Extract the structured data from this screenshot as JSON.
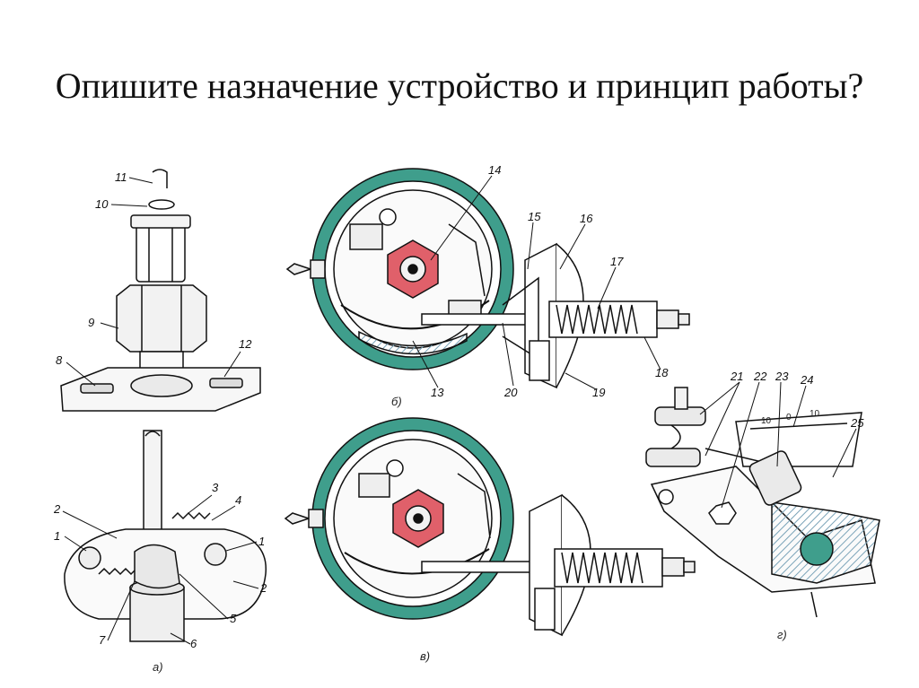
{
  "slide": {
    "title": "Опишите назначение устройство и принцип работы?"
  },
  "figures": {
    "a": {
      "caption": "а)",
      "callouts": [
        "11",
        "10",
        "9",
        "8",
        "12",
        "2",
        "3",
        "4",
        "1",
        "1",
        "2",
        "5",
        "6",
        "7"
      ]
    },
    "b": {
      "caption": "б)",
      "callouts": [
        "14",
        "15",
        "16",
        "17",
        "18",
        "19",
        "20",
        "13"
      ]
    },
    "v": {
      "caption": "в)"
    },
    "g": {
      "caption": "г)",
      "callouts": [
        "21",
        "22",
        "23",
        "24",
        "25"
      ],
      "scale_ticks": [
        "10",
        "0",
        "10"
      ]
    }
  },
  "colors": {
    "vacuum_housing_ring": "#3f9e8c",
    "cam_hex": "#e0606a",
    "plate_hatch": "#7aa3b8",
    "ink": "#111111"
  }
}
